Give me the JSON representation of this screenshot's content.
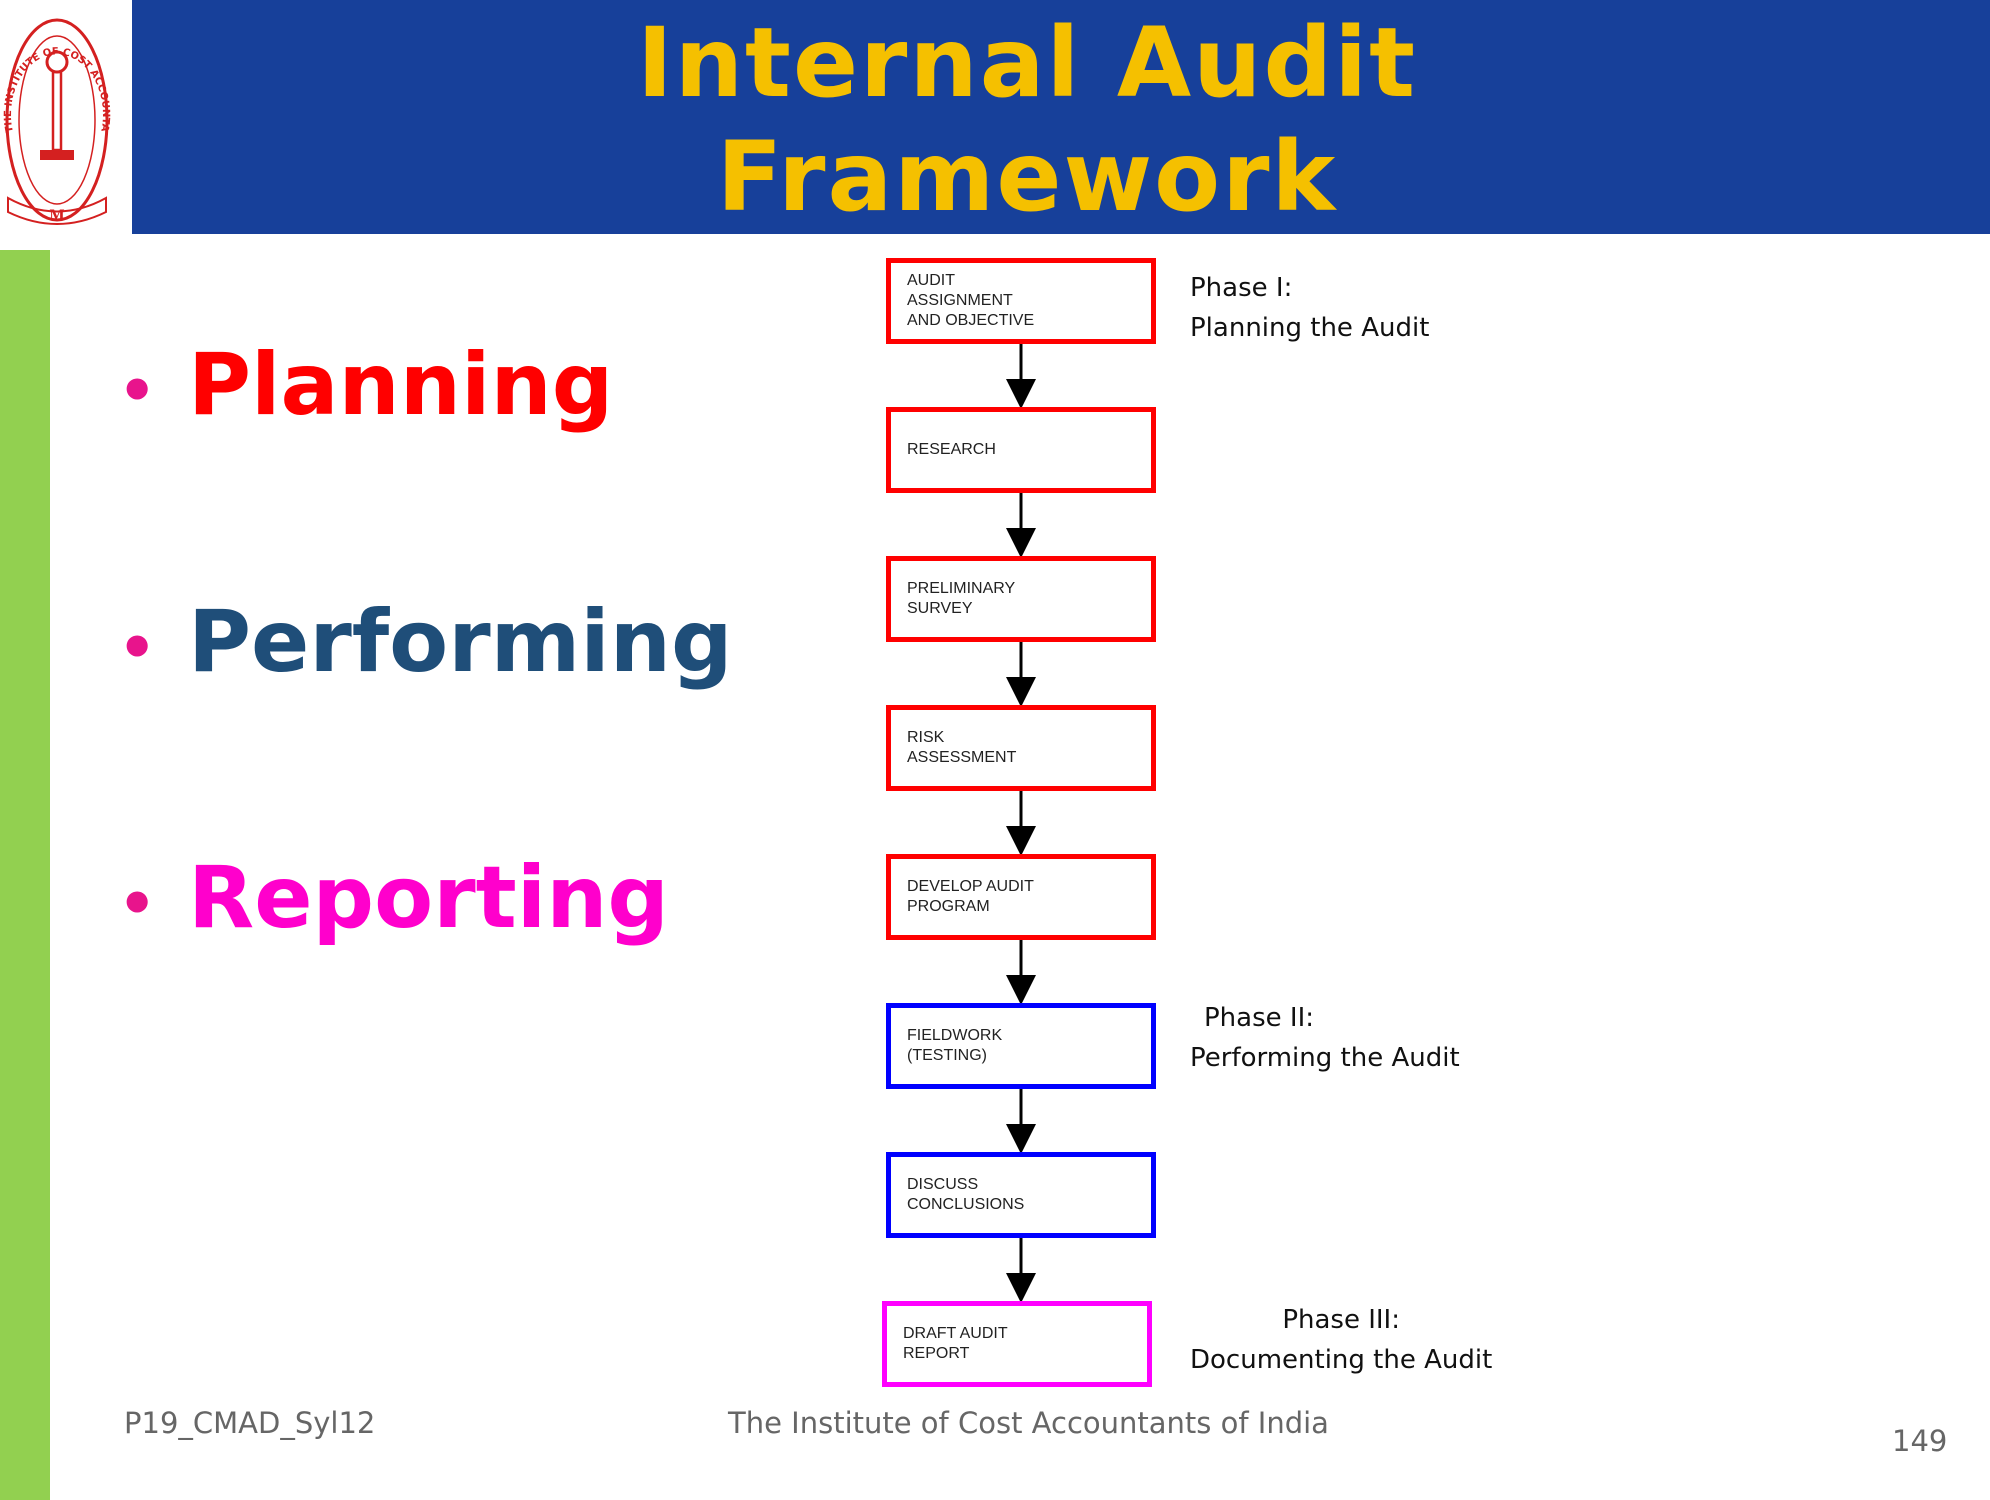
{
  "title": {
    "line1": "Internal Audit",
    "line2": "Framework"
  },
  "logo": {
    "ring_text": "THE INSTITUTE OF COST ACCOUNTANTS OF INDIA"
  },
  "bullets": [
    {
      "text": "Planning",
      "color": "#ff0000"
    },
    {
      "text": "Performing",
      "color": "#1f4e79"
    },
    {
      "text": "Reporting",
      "color": "#ff00cc"
    }
  ],
  "flow": [
    {
      "label": "AUDIT\nASSIGNMENT\nAND OBJECTIVE",
      "color": "#ff0000"
    },
    {
      "label": "RESEARCH",
      "color": "#ff0000"
    },
    {
      "label": "PRELIMINARY\nSURVEY",
      "color": "#ff0000"
    },
    {
      "label": "RISK\nASSESSMENT",
      "color": "#ff0000"
    },
    {
      "label": "DEVELOP AUDIT\nPROGRAM",
      "color": "#ff0000"
    },
    {
      "label": "FIELDWORK\n(TESTING)",
      "color": "#0000ff"
    },
    {
      "label": "DISCUSS\nCONCLUSIONS",
      "color": "#0000ff"
    },
    {
      "label": "DRAFT AUDIT\nREPORT",
      "color": "#ff00ff"
    }
  ],
  "phases": [
    {
      "heading": "Phase I:",
      "text": "Planning the Audit"
    },
    {
      "heading": "Phase II:",
      "text": "Performing the Audit"
    },
    {
      "heading": "Phase III:",
      "text": "Documenting the Audit"
    }
  ],
  "footer": {
    "code": "P19_CMAD_Syl12",
    "institute": "The Institute of Cost Accountants of India",
    "page": "149"
  }
}
